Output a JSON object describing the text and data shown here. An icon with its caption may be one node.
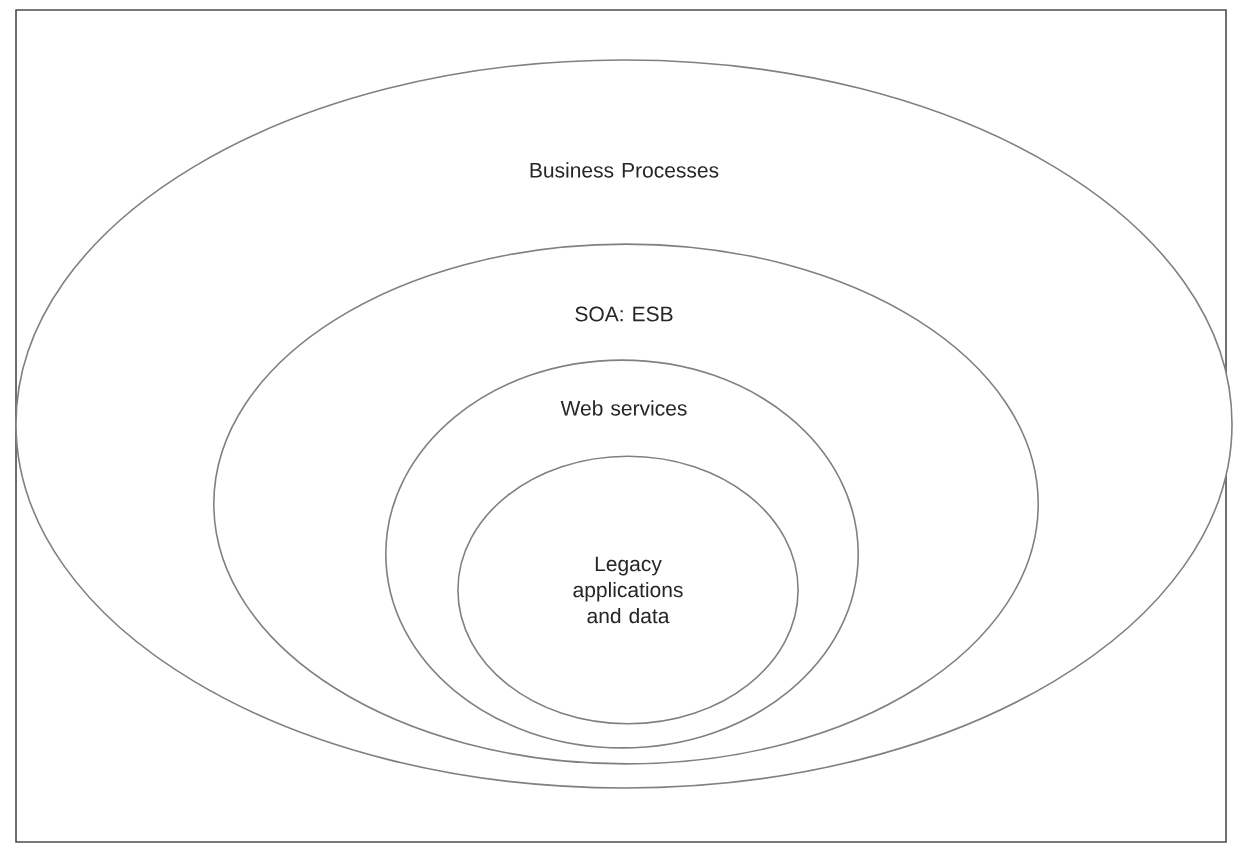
{
  "diagram": {
    "nodes": [
      {
        "text": [
          "Business Processes"
        ]
      },
      {
        "text": [
          "SOA: ESB"
        ],
        "in": 0
      },
      {
        "text": [
          "Web services"
        ],
        "in": 1
      },
      {
        "text": [
          "Legacy applications and data"
        ],
        "in": 2
      }
    ]
  }
}
